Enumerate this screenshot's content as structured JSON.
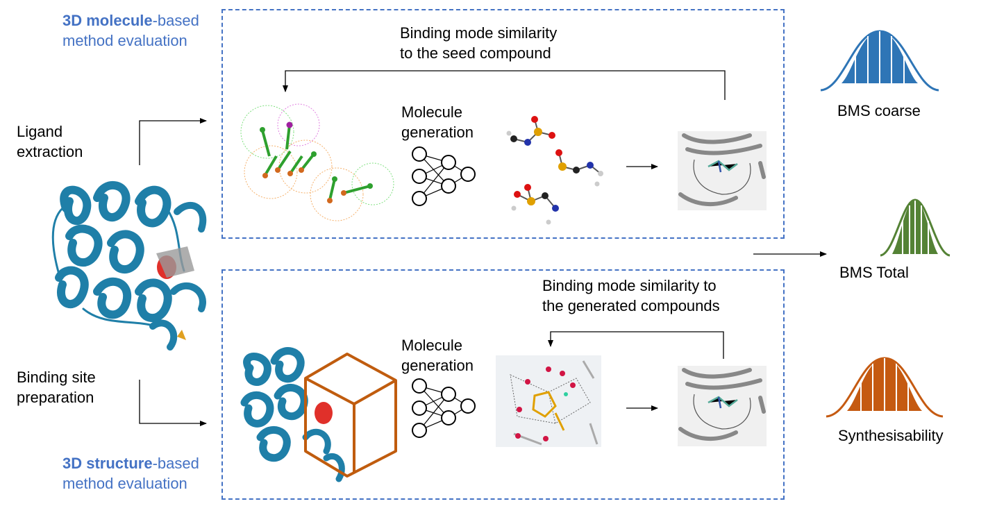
{
  "section_top": {
    "title_bold": "3D molecule",
    "title_rest": "-based",
    "title_line2": "method evaluation",
    "feedback": [
      "Binding mode similarity",
      "to the seed compound"
    ],
    "generation": [
      "Molecule",
      "generation"
    ]
  },
  "section_bottom": {
    "title_bold": "3D structure",
    "title_rest": "-based",
    "title_line2": "method evaluation",
    "feedback": [
      "Binding mode similarity  to",
      "the generated compounds"
    ],
    "generation": [
      "Molecule",
      "generation"
    ]
  },
  "left": {
    "ligand": [
      "Ligand",
      "extraction"
    ],
    "binding_site": [
      "Binding site",
      "preparation"
    ]
  },
  "metrics": [
    {
      "label": "BMS coarse",
      "color": "#2e75b6"
    },
    {
      "label": "BMS Total",
      "color": "#548235"
    },
    {
      "label": "Synthesisability",
      "color": "#c55a11"
    }
  ],
  "colors": {
    "box": "#4472c4",
    "protein": "#1f7fa8",
    "pocket_box": "#c05c0e"
  }
}
